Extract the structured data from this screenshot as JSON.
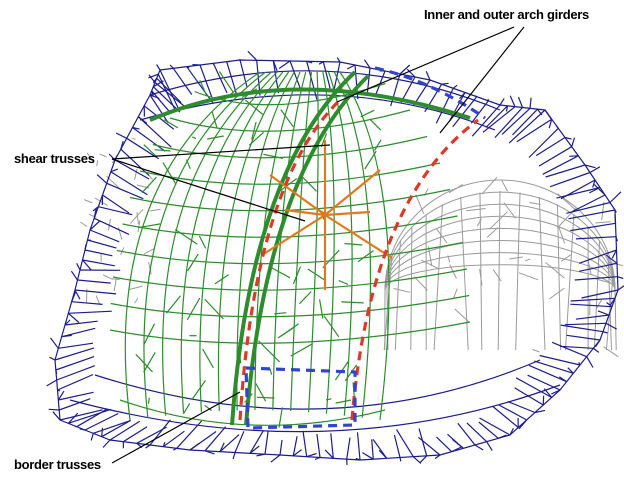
{
  "labels": {
    "arch_girders": "Inner and outer arch girders",
    "shear_trusses": "shear trusses",
    "border_trusses": "border trusses"
  },
  "colors": {
    "outer_frame": "#1c1c8c",
    "inner_dome": "#2e8b2e",
    "rear_dome": "#9a9a9a",
    "arch_girder": "#d93a2a",
    "shear_truss": "#e07a20",
    "border_truss": "#3344cc",
    "callout_line": "#000000"
  },
  "diagram": {
    "type": "3D wireframe structural model of a dome",
    "components": [
      "outer frame",
      "inner dome",
      "rear dome",
      "inner and outer arch girders",
      "shear trusses",
      "border trusses"
    ]
  }
}
